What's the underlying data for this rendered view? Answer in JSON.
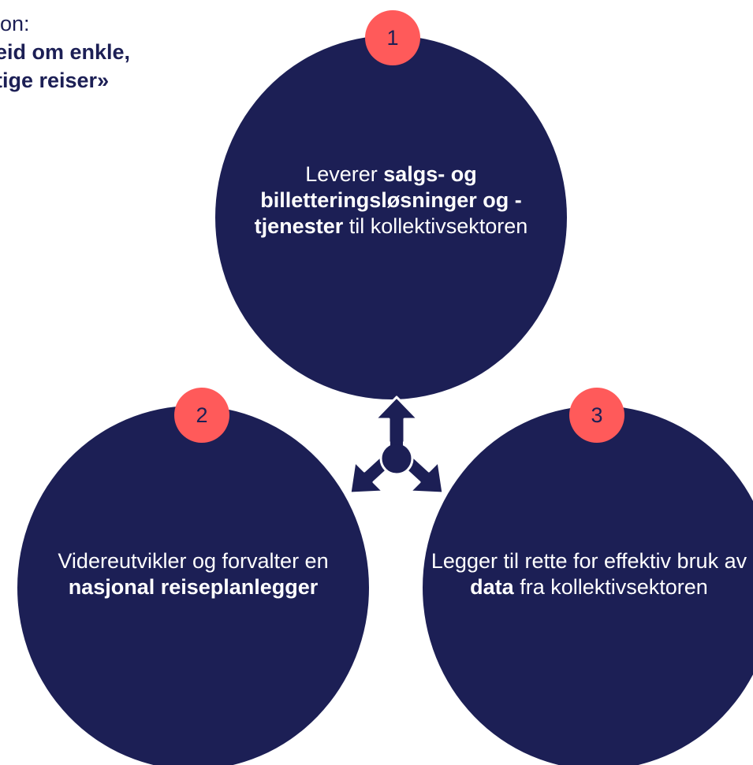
{
  "intro": {
    "label": "jon:",
    "mission_line1": "eid om enkle,",
    "mission_line2": "tige reiser»"
  },
  "items": [
    {
      "number": "1",
      "text_parts": [
        "Leverer ",
        "salgs- og billetteringsløsninger og -tjenester",
        " til kollektivsektoren"
      ]
    },
    {
      "number": "2",
      "text_parts": [
        "Videreutvikler og forvalter en ",
        "nasjonal reiseplanlegger",
        ""
      ]
    },
    {
      "number": "3",
      "text_parts": [
        "Legger til rette for effektiv bruk av ",
        "data",
        " fra kollektivsektoren"
      ]
    }
  ],
  "colors": {
    "circle": "#1c1f55",
    "badge": "#ff5a5a",
    "text_light": "#ffffff",
    "text_dark": "#1c1f55"
  },
  "icons": {
    "center": "three-way-arrows-icon"
  }
}
